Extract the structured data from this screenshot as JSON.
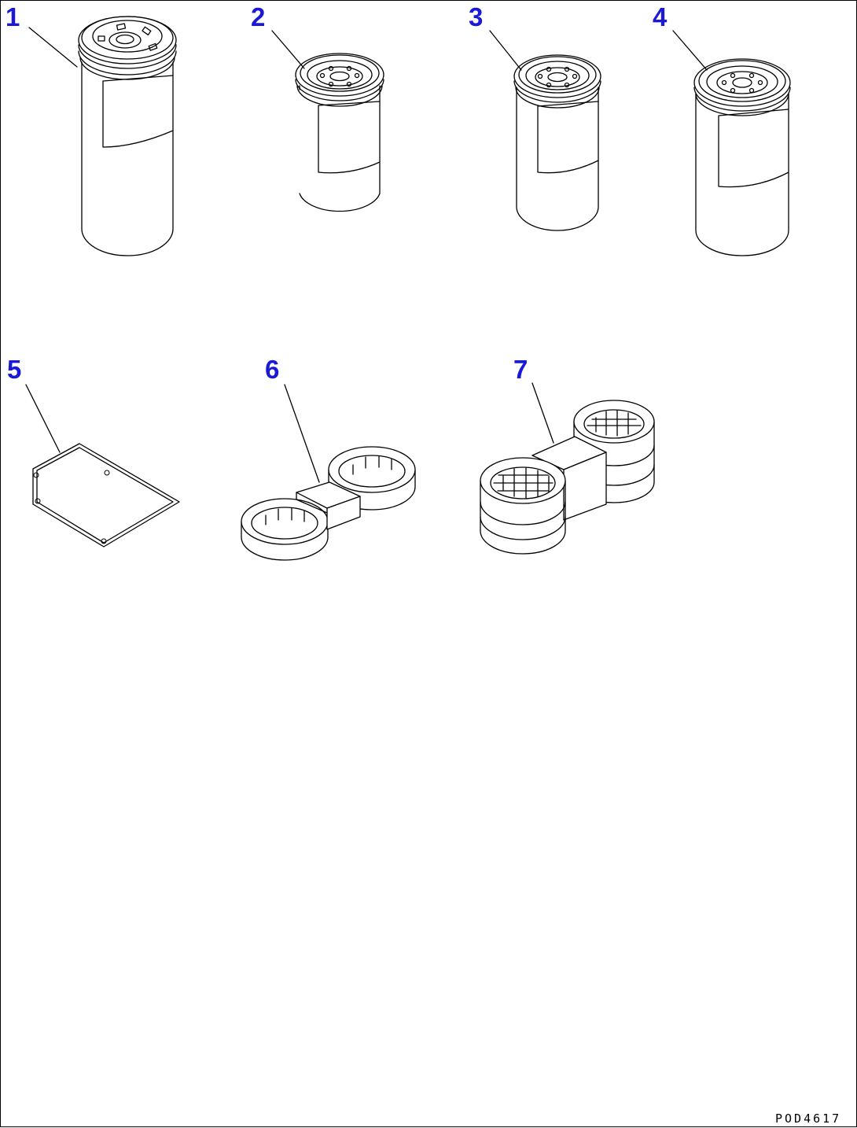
{
  "callouts": {
    "c1": "1",
    "c2": "2",
    "c3": "3",
    "c4": "4",
    "c5": "5",
    "c6": "6",
    "c7": "7"
  },
  "drawing_code": "POD4617",
  "colors": {
    "callout": "#1a1ad6",
    "line": "#000000",
    "paper": "#ffffff"
  },
  "parts": [
    {
      "callout": "1",
      "icon": "filter-cartridge-icon"
    },
    {
      "callout": "2",
      "icon": "filter-cartridge-icon"
    },
    {
      "callout": "3",
      "icon": "filter-cartridge-icon"
    },
    {
      "callout": "4",
      "icon": "filter-cartridge-icon"
    },
    {
      "callout": "5",
      "icon": "gasket-icon"
    },
    {
      "callout": "6",
      "icon": "filter-wrench-icon"
    },
    {
      "callout": "7",
      "icon": "filter-wrench-icon"
    }
  ]
}
